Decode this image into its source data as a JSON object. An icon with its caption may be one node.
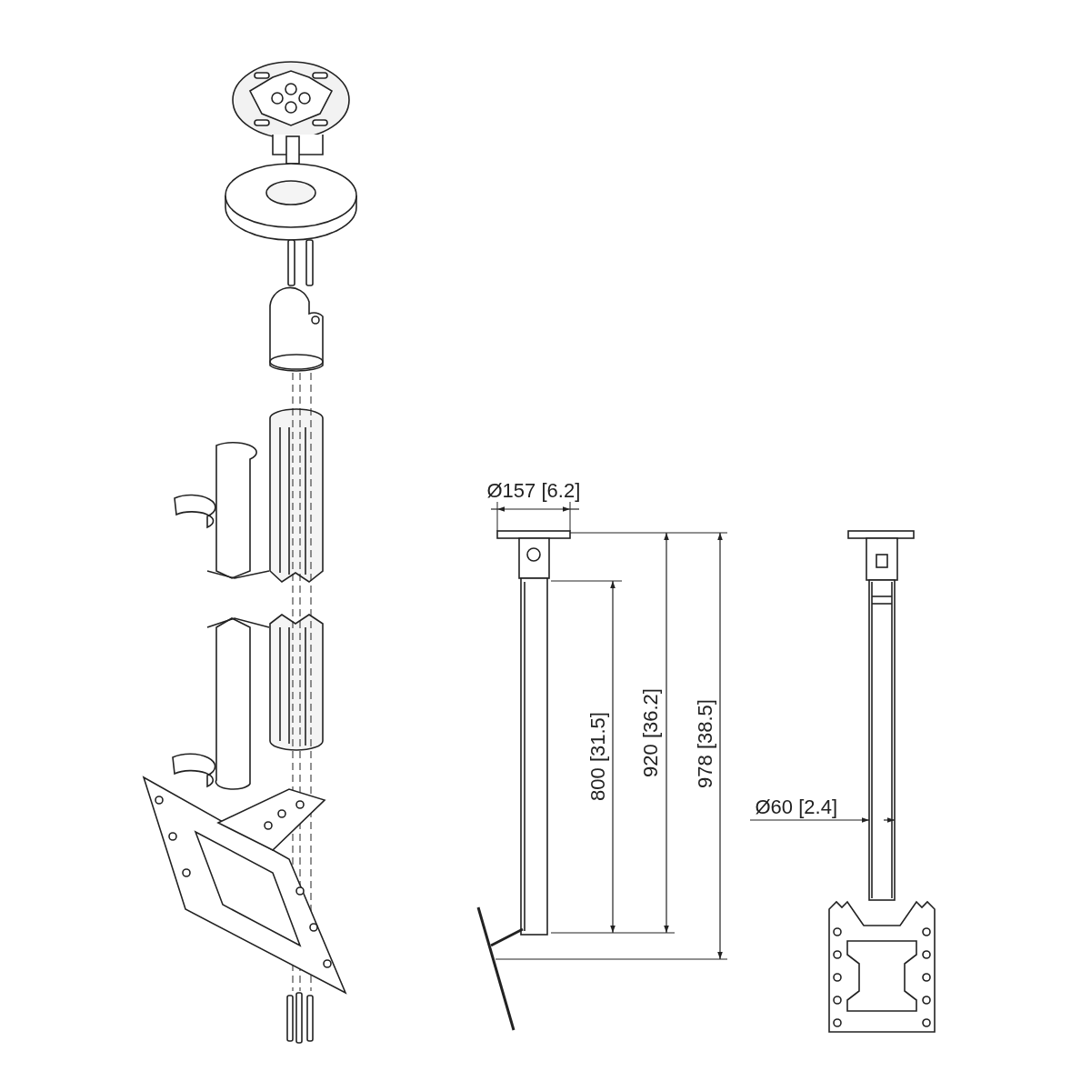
{
  "diagram": {
    "labels": [
      "Ø157 [6.2]",
      "800 [31.5]",
      "920 [36.2]",
      "978 [38.5]",
      "Ø60 [2.4]"
    ]
  }
}
